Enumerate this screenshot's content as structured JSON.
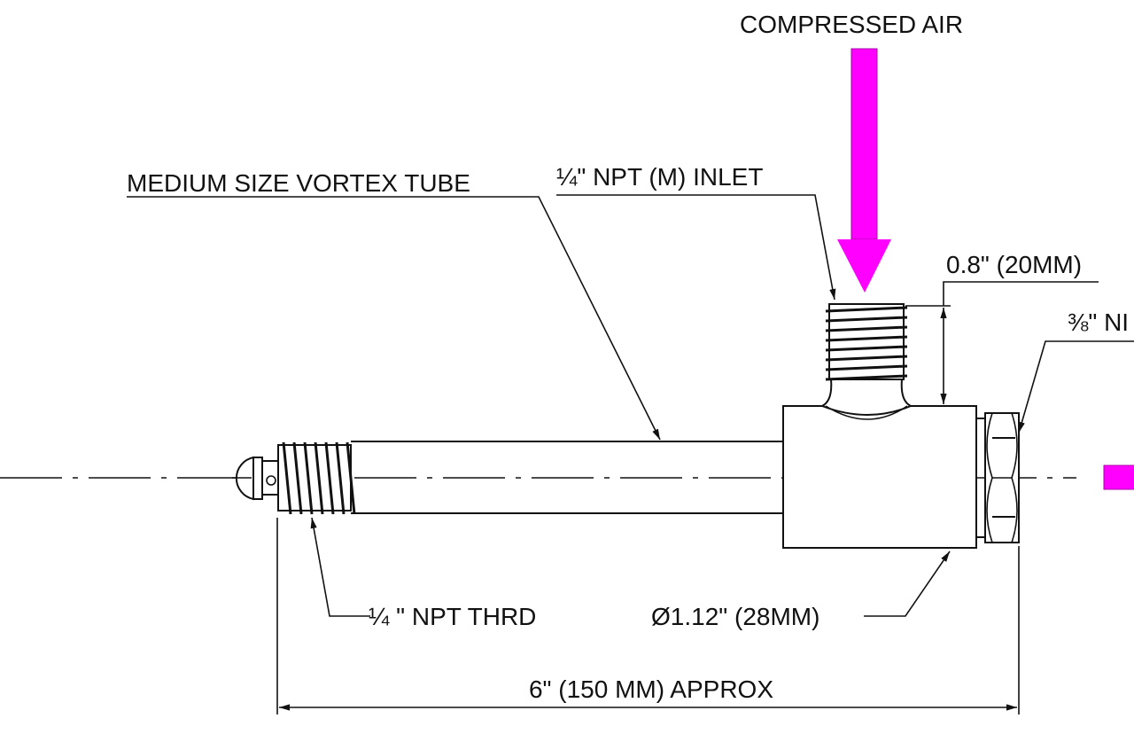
{
  "title": "COMPRESSED AIR",
  "labels": {
    "tube": "MEDIUM SIZE VORTEX TUBE",
    "inlet": "¼\" NPT (M) INLET",
    "inlet_height": "0.8\" (20MM)",
    "cold_end": "⅜\" NI",
    "hot_thread": "¼ \" NPT THRD",
    "diameter": "Ø1.12\" (28MM)",
    "length": "6\" (150 MM) APPROX"
  },
  "colors": {
    "air_arrow": "#ff00ff",
    "line": "#111111"
  }
}
